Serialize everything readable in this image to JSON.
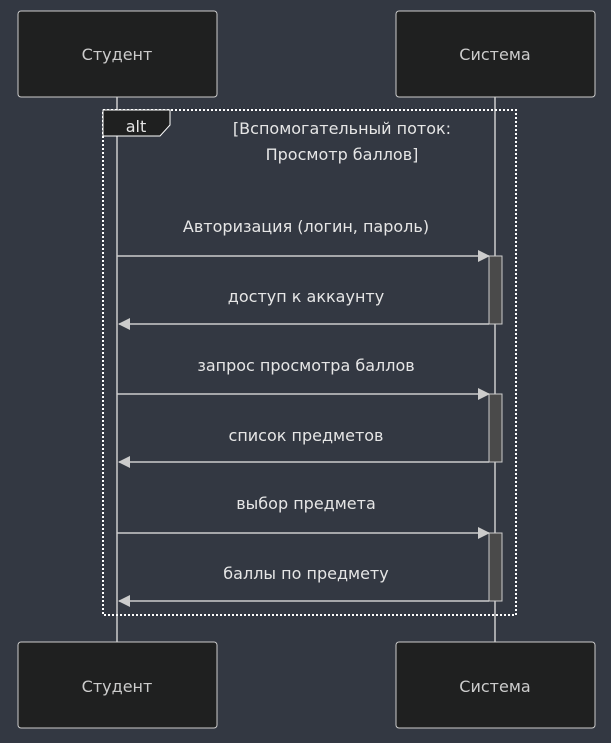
{
  "participants": [
    {
      "id": "student",
      "label": "Студент"
    },
    {
      "id": "system",
      "label": "Система"
    }
  ],
  "fragment": {
    "kind": "alt",
    "condition_line1": "[Вспомогательный поток:",
    "condition_line2": "Просмотр баллов]"
  },
  "messages": [
    {
      "from": "student",
      "to": "system",
      "text": "Авторизация (логин, пароль)"
    },
    {
      "from": "system",
      "to": "student",
      "text": "доступ к аккаунту"
    },
    {
      "from": "student",
      "to": "system",
      "text": "запрос просмотра баллов"
    },
    {
      "from": "system",
      "to": "student",
      "text": "список предметов"
    },
    {
      "from": "student",
      "to": "system",
      "text": "выбор предмета"
    },
    {
      "from": "system",
      "to": "student",
      "text": "баллы по предмету"
    }
  ],
  "colors": {
    "background": "#333842",
    "actor_fill": "#1f2020",
    "line": "#cccccc",
    "text": "#e6e6e6",
    "activation": "#4a4a4a"
  }
}
